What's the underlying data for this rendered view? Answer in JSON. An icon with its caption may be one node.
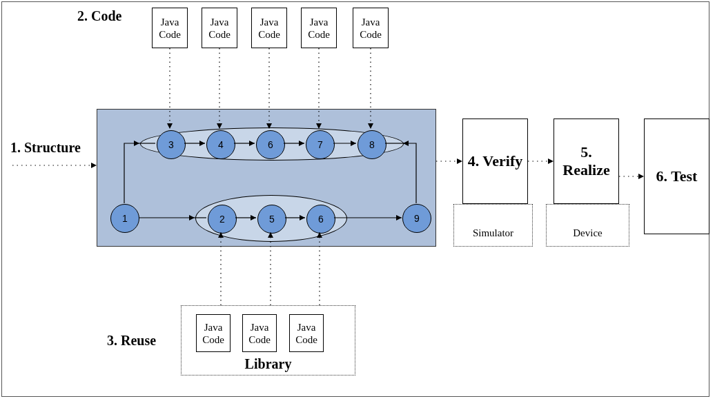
{
  "diagram": {
    "nodes": [
      {
        "text": [
          "Java Code"
        ]
      },
      {
        "text": [
          "Java Code"
        ]
      },
      {
        "text": [
          "Java Code"
        ]
      },
      {
        "text": [
          "Java Code"
        ]
      },
      {
        "text": [
          "Java Code"
        ]
      },
      {
        "text": [
          "1. Structure"
        ]
      },
      {
        "text": [],
        "shape": "ellipse",
        "in": 5
      },
      {
        "text": [
          "3"
        ],
        "in": 6
      },
      {
        "text": [
          "4"
        ],
        "in": 6
      },
      {
        "text": [
          "6"
        ],
        "in": 6
      },
      {
        "text": [
          "7"
        ],
        "in": 6
      },
      {
        "text": [
          "8"
        ],
        "in": 6
      },
      {
        "text": [
          "1"
        ],
        "in": 5
      },
      {
        "text": [],
        "shape": "ellipse",
        "in": 5
      },
      {
        "text": [
          "2"
        ],
        "in": 13
      },
      {
        "text": [
          "5"
        ],
        "in": 13
      },
      {
        "text": [
          "6"
        ],
        "in": 13
      },
      {
        "text": [
          "9"
        ],
        "in": 5
      },
      {
        "text": [
          "4. Verify"
        ]
      },
      {
        "text": [
          "5. Realize"
        ]
      },
      {
        "text": [
          "6. Test"
        ]
      },
      {
        "text": [
          "Simulator"
        ]
      },
      {
        "text": [
          "Device"
        ]
      },
      {
        "text": [
          "3. Reuse",
          "Library"
        ]
      },
      {
        "text": [
          "Java Code"
        ],
        "in": 23
      },
      {
        "text": [
          "Java Code"
        ],
        "in": 23
      },
      {
        "text": [
          "Java Code"
        ],
        "in": 23
      }
    ],
    "edges": [
      {
        "from": 0,
        "to": 7,
        "arrow": "to",
        "style": "dashed"
      },
      {
        "from": 1,
        "to": 8,
        "arrow": "to",
        "style": "dashed"
      },
      {
        "from": 2,
        "to": 9,
        "arrow": "to",
        "style": "dashed"
      },
      {
        "from": 3,
        "to": 10,
        "arrow": "to",
        "style": "dashed"
      },
      {
        "from": 4,
        "to": 11,
        "arrow": "to",
        "style": "dashed"
      },
      {
        "from": null,
        "to": 5,
        "arrow": "to",
        "style": "dashed"
      },
      {
        "from": 12,
        "to": 6,
        "arrow": "to"
      },
      {
        "from": 6,
        "to": 7,
        "arrow": "none"
      },
      {
        "from": 7,
        "to": 8,
        "arrow": "to"
      },
      {
        "from": 8,
        "to": 9,
        "arrow": "to"
      },
      {
        "from": 9,
        "to": 10,
        "arrow": "to"
      },
      {
        "from": 10,
        "to": 11,
        "arrow": "to"
      },
      {
        "from": 11,
        "to": 6,
        "arrow": "none"
      },
      {
        "from": 17,
        "to": 6,
        "arrow": "to"
      },
      {
        "from": 12,
        "to": 13,
        "arrow": "to"
      },
      {
        "from": 13,
        "to": 14,
        "arrow": "none"
      },
      {
        "from": 14,
        "to": 15,
        "arrow": "to"
      },
      {
        "from": 15,
        "to": 16,
        "arrow": "to"
      },
      {
        "from": 16,
        "to": 17,
        "arrow": "to"
      },
      {
        "from": 23,
        "to": 14,
        "arrow": "to",
        "style": "dashed"
      },
      {
        "from": 23,
        "to": 15,
        "arrow": "to",
        "style": "dashed"
      },
      {
        "from": 23,
        "to": 16,
        "arrow": "to",
        "style": "dashed"
      },
      {
        "from": 5,
        "to": 18,
        "arrow": "to",
        "style": "dashed"
      },
      {
        "from": 18,
        "to": 19,
        "arrow": "to",
        "style": "dashed"
      },
      {
        "from": 19,
        "to": 20,
        "arrow": "to",
        "style": "dashed"
      }
    ],
    "labels": [
      "2. Code"
    ]
  }
}
